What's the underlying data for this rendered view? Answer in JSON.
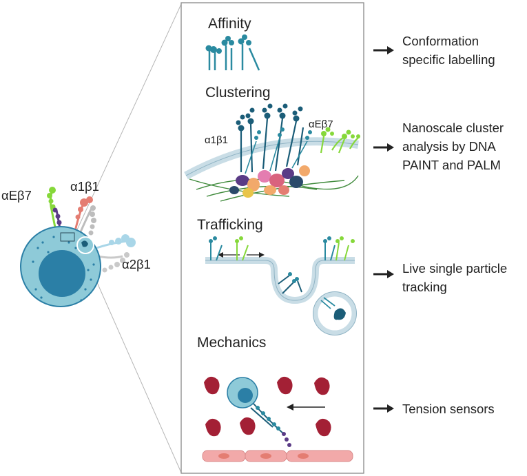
{
  "cell_labels": {
    "aeb7": "αEβ7",
    "a1b1": "α1β1",
    "a2b1": "α2β1"
  },
  "panels": [
    {
      "heading": "Affinity",
      "application": [
        "Conformation",
        "specific labelling"
      ]
    },
    {
      "heading": "Clustering",
      "application": [
        "Nanoscale cluster",
        "analysis by DNA",
        "PAINT and PALM"
      ]
    },
    {
      "heading": "Trafficking",
      "application": [
        "Live single particle",
        "tracking"
      ]
    },
    {
      "heading": "Mechanics",
      "application": [
        "Tension sensors"
      ]
    }
  ],
  "cluster_labels": {
    "left": "α1β1",
    "right": "αEβ7"
  },
  "colors": {
    "integrin_teal": "#2a8aa0",
    "integrin_dark": "#1b5d78",
    "integrin_green": "#86d83a",
    "integrin_purple": "#5a3b86",
    "integrin_salmon": "#e47d72",
    "integrin_grey": "#bdbdbd",
    "integrin_lightblue": "#a9d6e8",
    "cell_body": "#8ecad8",
    "cell_nucleus": "#2b7fa6",
    "membrane": "#c9dde6",
    "red_cells": "#a32035",
    "endothelium": "#f2a9a9",
    "arrow": "#222222"
  }
}
